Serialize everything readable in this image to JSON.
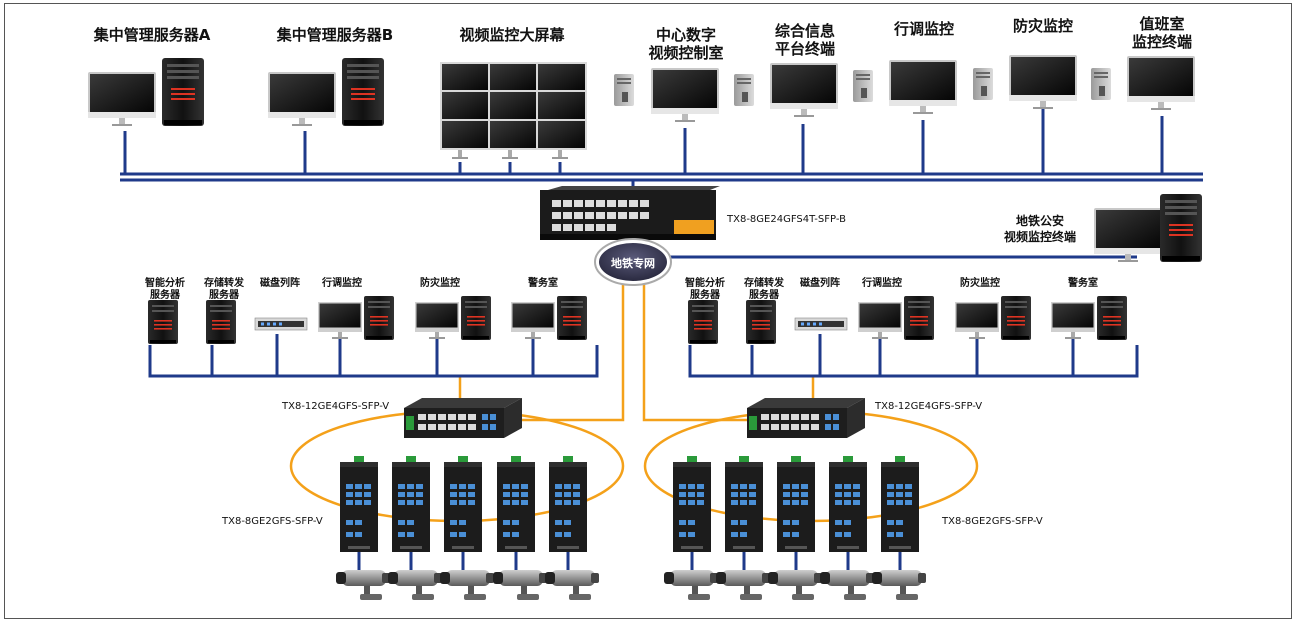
{
  "top_labels": {
    "server_a": "集中管理服务器A",
    "server_b": "集中管理服务器B",
    "video_wall": "视频监控大屏幕",
    "center_video": [
      "中心数字",
      "视频控制室"
    ],
    "info_platform": [
      "综合信息",
      "平台终端"
    ],
    "dispatch": "行调监控",
    "disaster": "防灾监控",
    "duty_room": [
      "值班室",
      "监控终端"
    ]
  },
  "core_switch_model": "TX8-8GE24GFS4T-SFP-B",
  "network_label": "地铁专网",
  "police_terminal": [
    "地铁公安",
    "视频监控终端"
  ],
  "station_labels": {
    "analysis_server": [
      "智能分析",
      "服务器"
    ],
    "storage_server": [
      "存储转发",
      "服务器"
    ],
    "disk_array": "磁盘列阵",
    "dispatch": "行调监控",
    "disaster": "防灾监控",
    "police_room": "警务室"
  },
  "ring_switch_model": "TX8-12GE4GFS-SFP-V",
  "edge_switch_model": "TX8-8GE2GFS-SFP-V",
  "colors": {
    "bus_line": "#1f3a8a",
    "ring_line": "#f4a11a",
    "network_cloud": "#3a3a5a"
  }
}
